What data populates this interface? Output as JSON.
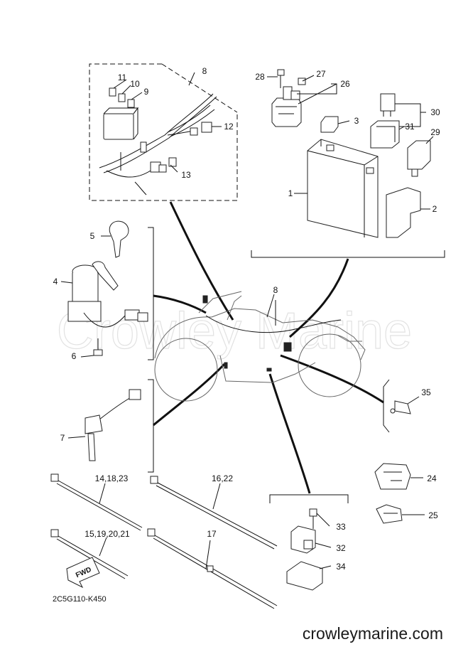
{
  "watermark": "Crowley Marine",
  "diagram_code": "2C5G110-K450",
  "site_name": "crowleymarine.com",
  "fwd_label": "FWD",
  "callouts": {
    "p1": "1",
    "p2": "2",
    "p3": "3",
    "p4": "4",
    "p5": "5",
    "p6": "6",
    "p7": "7",
    "p8_main": "8",
    "p8_box": "8",
    "p9": "9",
    "p10": "10",
    "p11": "11",
    "p12": "12",
    "p13": "13",
    "p14_18_23": "14,18,23",
    "p15_19_20_21": "15,19,20,21",
    "p16_22": "16,22",
    "p17": "17",
    "p24": "24",
    "p25": "25",
    "p26": "26",
    "p27": "27",
    "p28": "28",
    "p29": "29",
    "p30": "30",
    "p31": "31",
    "p32": "32",
    "p33": "33",
    "p34": "34",
    "p35": "35"
  }
}
